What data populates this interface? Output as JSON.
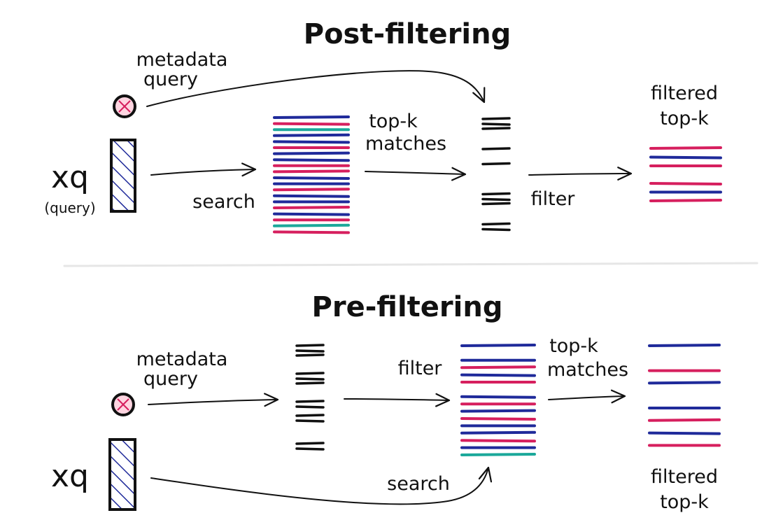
{
  "colors": {
    "blue": "#1f2a9a",
    "pink": "#d61f5e",
    "teal": "#1ba89a",
    "black": "#111111",
    "separator": "#e6e6e6"
  },
  "post": {
    "title": "Post-filtering",
    "metadata_line1": "metadata",
    "metadata_line2": "query",
    "xq": "xq",
    "query_note": "(query)",
    "search": "search",
    "topk_line1": "top-k",
    "topk_line2": "matches",
    "filter": "filter",
    "filtered_line1": "filtered",
    "filtered_line2": "top-k",
    "index_stack": [
      "blue",
      "pink",
      "teal",
      "blue",
      "blue",
      "pink",
      "blue",
      "blue",
      "pink",
      "pink",
      "blue",
      "blue",
      "pink",
      "blue",
      "blue",
      "pink",
      "blue",
      "pink",
      "teal",
      "pink"
    ],
    "mask_counts": [
      3,
      0,
      1,
      1,
      0,
      3,
      0,
      2
    ],
    "result_stack": [
      "pink",
      "blue",
      "pink",
      "gap",
      "pink",
      "blue",
      "pink"
    ]
  },
  "pre": {
    "title": "Pre-filtering",
    "metadata_line1": "metadata",
    "metadata_line2": "query",
    "xq": "xq",
    "filter": "filter",
    "search": "search",
    "topk_line1": "top-k",
    "topk_line2": "matches",
    "filtered_line1": "filtered",
    "filtered_line2": "top-k",
    "mask_counts": [
      3,
      0,
      3,
      0,
      2,
      2,
      0,
      2
    ],
    "filtered_stack": [
      "blue",
      "gap",
      "blue",
      "pink",
      "blue",
      "pink",
      "gap",
      "blue",
      "pink",
      "blue",
      "pink",
      "blue",
      "blue",
      "pink",
      "blue",
      "teal"
    ],
    "result_stack": [
      "blue",
      "gap",
      "pink",
      "blue",
      "gap",
      "blue",
      "pink",
      "blue",
      "pink"
    ]
  }
}
